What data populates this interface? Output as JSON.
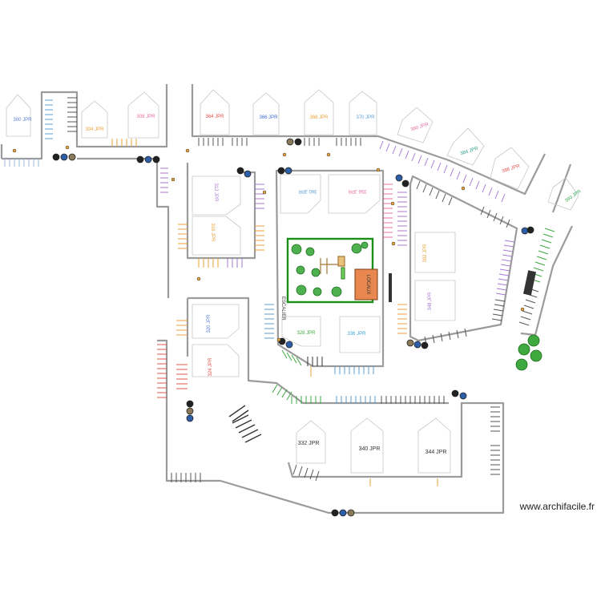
{
  "colors": {
    "wall": "#9b9b9b",
    "dark_wall": "#555555",
    "playground_border": "#1a8f1a",
    "building": "#e8874f",
    "tree": "#3fa83f",
    "purple": "#a97ad6",
    "orange": "#f0a73b",
    "blue": "#3f6fd1",
    "pink": "#e36fa5",
    "teal": "#2a9a8a",
    "red": "#e05a4a"
  },
  "zones": [
    {
      "id": "z300",
      "label": "300 JPR",
      "color": "#5b7fd6"
    },
    {
      "id": "z304",
      "label": "304 JPR",
      "color": "#e9a23a"
    },
    {
      "id": "z308",
      "label": "308 JPR",
      "color": "#e56fa3"
    },
    {
      "id": "z364",
      "label": "364 JPR",
      "color": "#e0524a"
    },
    {
      "id": "z366",
      "label": "366 JPR",
      "color": "#3f6fd1"
    },
    {
      "id": "z368",
      "label": "368 JPR",
      "color": "#e9a23a"
    },
    {
      "id": "z370",
      "label": "370 JPR",
      "color": "#5b9fd6"
    },
    {
      "id": "z380",
      "label": "380 JPR",
      "color": "#e56fa3"
    },
    {
      "id": "z384",
      "label": "384 JPR",
      "color": "#2a9a8a"
    },
    {
      "id": "z386",
      "label": "386 JPR",
      "color": "#e0524a"
    },
    {
      "id": "z390",
      "label": "390 JPR",
      "color": "#3fa85a"
    },
    {
      "id": "z312",
      "label": "312 JPR",
      "color": "#a97ad6"
    },
    {
      "id": "z316",
      "label": "316 JPR",
      "color": "#e9a23a"
    },
    {
      "id": "z320",
      "label": "320 JPR",
      "color": "#5b7fd6"
    },
    {
      "id": "z324",
      "label": "324 JPR",
      "color": "#e0524a"
    },
    {
      "id": "z360",
      "label": "360 JPR",
      "color": "#5b9fd6"
    },
    {
      "id": "z356",
      "label": "356 JPR",
      "color": "#e56fa3"
    },
    {
      "id": "z328",
      "label": "328 JPR",
      "color": "#3fa83f"
    },
    {
      "id": "z336",
      "label": "336 JPR",
      "color": "#3f9fd1"
    },
    {
      "id": "z392",
      "label": "392 JPR",
      "color": "#e9a23a"
    },
    {
      "id": "z348",
      "label": "348 JPR",
      "color": "#a97ad6"
    },
    {
      "id": "z332",
      "label": "332 JPR",
      "color": "#333333"
    },
    {
      "id": "z340",
      "label": "340 JPR",
      "color": "#333333"
    },
    {
      "id": "z344",
      "label": "344 JPR",
      "color": "#333333"
    }
  ],
  "building_label": "LOCAUX",
  "side_label": "ESCALIER",
  "watermark": "www.archifacile.fr"
}
